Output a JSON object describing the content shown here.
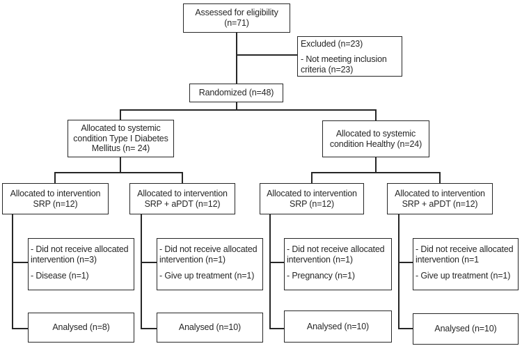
{
  "flow": {
    "assessed": {
      "label": "Assessed for eligibility (n=71)"
    },
    "excluded": {
      "title": "Excluded (n=23)",
      "reason": "- Not meeting inclusion criteria (n=23)"
    },
    "randomized": {
      "label": "Randomized (n=48)"
    },
    "groups": [
      {
        "allocation": "Allocated to systemic condition Type I  Diabetes Mellitus (n= 24)"
      },
      {
        "allocation": "Allocated to systemic condition Healthy (n=24)"
      }
    ],
    "arms": [
      {
        "intervention": "Allocated to intervention SRP (n=12)",
        "dropouts": [
          "- Did not receive allocated intervention  (n=3)",
          "- Disease (n=1)"
        ],
        "analysed": "Analysed (n=8)"
      },
      {
        "intervention": "Allocated to intervention SRP + aPDT (n=12)",
        "dropouts": [
          "- Did not receive allocated intervention (n=1)",
          "- Give up treatment (n=1)"
        ],
        "analysed": "Analysed (n=10)"
      },
      {
        "intervention": "Allocated to intervention SRP (n=12)",
        "dropouts": [
          "- Did not receive allocated intervention (n=1)",
          "- Pregnancy (n=1)"
        ],
        "analysed": "Analysed (n=10)"
      },
      {
        "intervention": "Allocated to intervention SRP + aPDT (n=12)",
        "dropouts": [
          "- Did not receive allocated intervention (n=1",
          "- Give up treatment (n=1)"
        ],
        "analysed": "Analysed (n=10)"
      }
    ],
    "colors": {
      "line": "#262626",
      "background": "#ffffff"
    }
  }
}
